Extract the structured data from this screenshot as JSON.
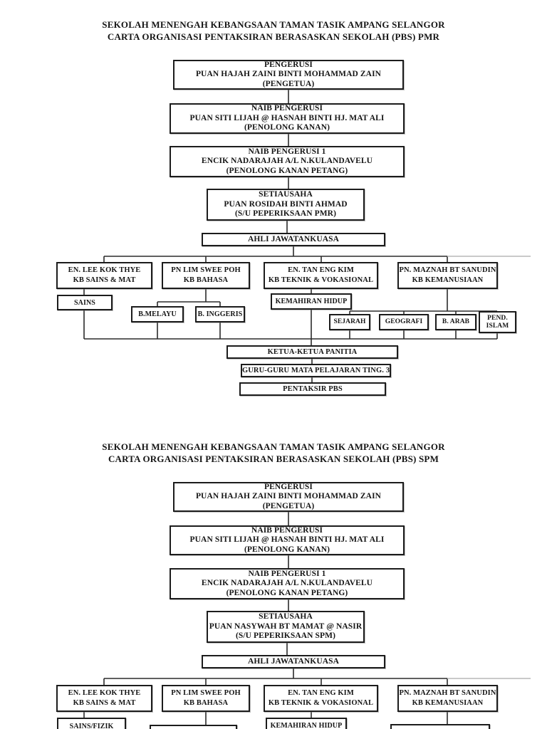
{
  "doc": {
    "school_name": "SEKOLAH MENENGAH KEBANGSAAN TAMAN TASIK AMPANG SELANGOR",
    "chart_pmr_subtitle": "CARTA ORGANISASI PENTAKSIRAN BERASASKAN SEKOLAH (PBS) PMR",
    "chart_spm_subtitle": "CARTA ORGANISASI PENTAKSIRAN BERASASKAN SEKOLAH (PBS) SPM"
  },
  "people": {
    "pengerusi": {
      "role": "PENGERUSI",
      "name": "PUAN HAJAH ZAINI BINTI MOHAMMAD ZAIN",
      "post": "(PENGETUA)"
    },
    "naib_pengerusi": {
      "role": "NAIB PENGERUSI",
      "name": "PUAN SITI LIJAH @ HASNAH BINTI HJ. MAT ALI",
      "post": "(PENOLONG KANAN)"
    },
    "naib_pengerusi_1": {
      "role": "NAIB PENGERUSI 1",
      "name": "ENCIK NADARAJAH A/L N.KULANDAVELU",
      "post": "(PENOLONG KANAN PETANG)"
    },
    "setiausaha_pmr": {
      "role": "SETIAUSAHA",
      "name": "PUAN ROSIDAH BINTI AHMAD",
      "post": "(S/U PEPERIKSAAN PMR)"
    },
    "setiausaha_spm": {
      "role": "SETIAUSAHA",
      "name": "PUAN NASYWAH BT MAMAT @ NASIR",
      "post": "(S/U PEPERIKSAAN SPM)"
    },
    "ajk": "AHLI JAWATANKUASA",
    "kb_sains": {
      "name": "EN. LEE KOK THYE",
      "role": "KB SAINS & MAT"
    },
    "kb_bahasa": {
      "name": "PN LIM SWEE POH",
      "role": "KB BAHASA"
    },
    "kb_teknik": {
      "name": "EN. TAN ENG KIM",
      "role": "KB TEKNIK & VOKASIONAL"
    },
    "kb_kemanusiaan": {
      "name": "PN. MAZNAH BT SANUDIN",
      "role": "KB KEMANUSIAAN"
    }
  },
  "subjects_pmr": {
    "sains": "SAINS",
    "b_melayu": "B.MELAYU",
    "b_inggeris": "B. INGGERIS",
    "kemahiran_hidup": "KEMAHIRAN HIDUP",
    "sejarah": "SEJARAH",
    "geografi": "GEOGRAFI",
    "b_arab": "B. ARAB",
    "pend_islam_1": "PEND.",
    "pend_islam_2": "ISLAM"
  },
  "footer_pmr": {
    "ketua_panitia": "KETUA-KETUA PANITIA",
    "guru_guru": "GURU-GURU MATA PELAJARAN TING. 3",
    "pentaksir": "PENTAKSIR PBS"
  },
  "subjects_spm": {
    "sains_fizik": "SAINS/FIZIK",
    "kemahiran_hidup": "KEMAHIRAN HIDUP"
  }
}
